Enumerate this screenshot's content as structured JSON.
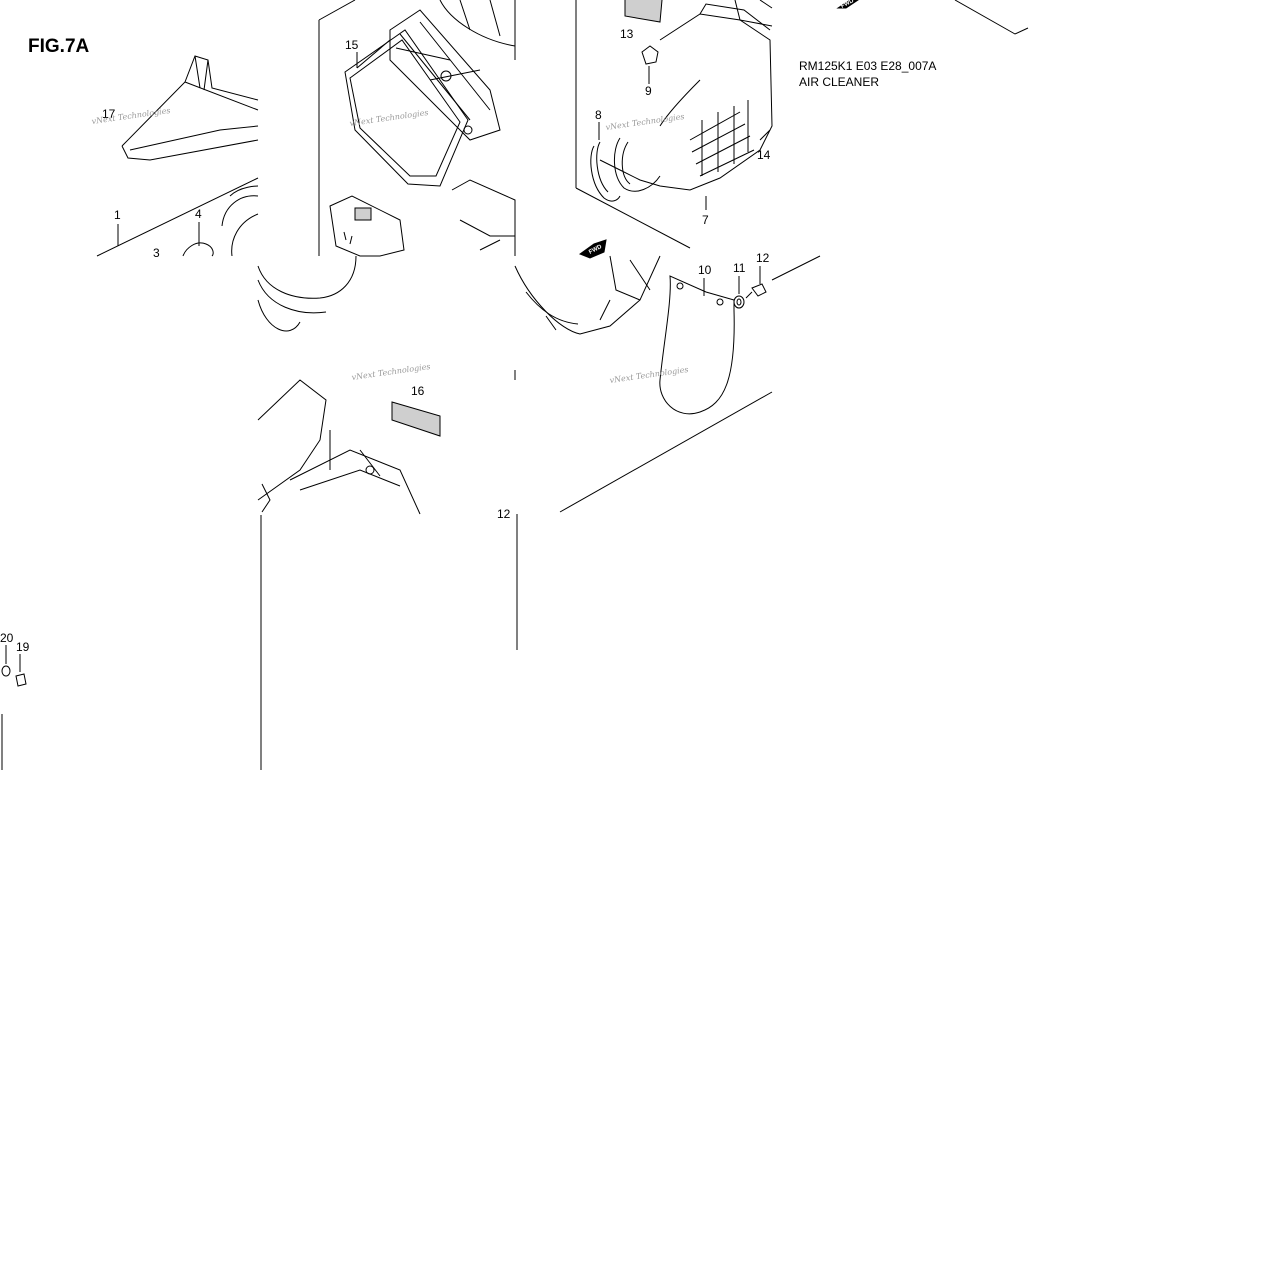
{
  "figure": {
    "title": "FIG.7A",
    "caption_code": "RM125K1 E03 E28_007A",
    "caption_name": "AIR CLEANER"
  },
  "callouts": [
    "1",
    "3",
    "4",
    "15",
    "13",
    "9",
    "8",
    "7",
    "14",
    "10",
    "11",
    "12",
    "16",
    "12",
    "20",
    "19",
    "17"
  ],
  "watermarks": [
    "vNext Technologies",
    "vNext Technologies",
    "vNext Technologies",
    "vNext Technologies",
    "vNext Technologies"
  ],
  "fwd_marks": [
    "FWD",
    "FWD"
  ],
  "colors": {
    "line": "#000000",
    "watermark": "#9a9a9a",
    "background": "#ffffff"
  }
}
